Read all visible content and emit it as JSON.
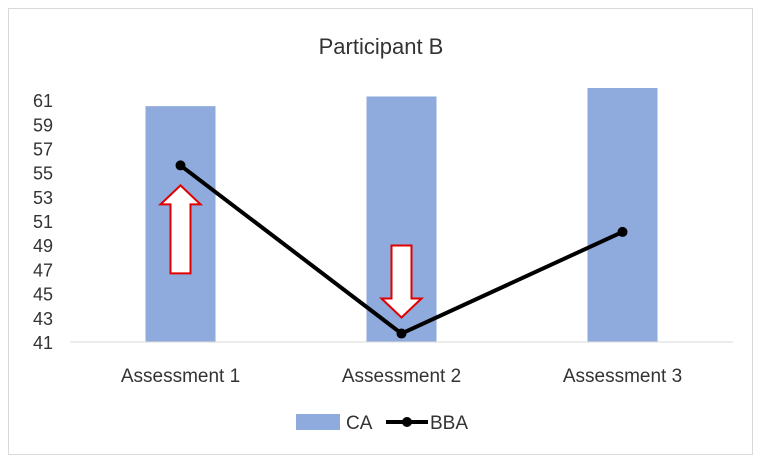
{
  "chart_data": {
    "type": "bar",
    "title": "Participant B",
    "categories": [
      "Assessment 1",
      "Assessment 2",
      "Assessment 3"
    ],
    "series": [
      {
        "name": "CA",
        "type": "bar",
        "values": [
          60.5,
          61.3,
          62.0
        ],
        "color": "#8FAADC"
      },
      {
        "name": "BBA",
        "type": "line",
        "values": [
          55.6,
          41.7,
          50.1
        ],
        "color": "#000000"
      }
    ],
    "yticks": [
      41,
      43,
      45,
      47,
      49,
      51,
      53,
      55,
      57,
      59,
      61
    ],
    "ylim": [
      41,
      62
    ],
    "xlabel": "",
    "ylabel": "",
    "grid": false,
    "legend": "bottom",
    "annotations": [
      {
        "kind": "arrow-up",
        "category": "Assessment 1",
        "color": "#E00000"
      },
      {
        "kind": "arrow-down",
        "category": "Assessment 2",
        "color": "#E00000"
      }
    ]
  }
}
